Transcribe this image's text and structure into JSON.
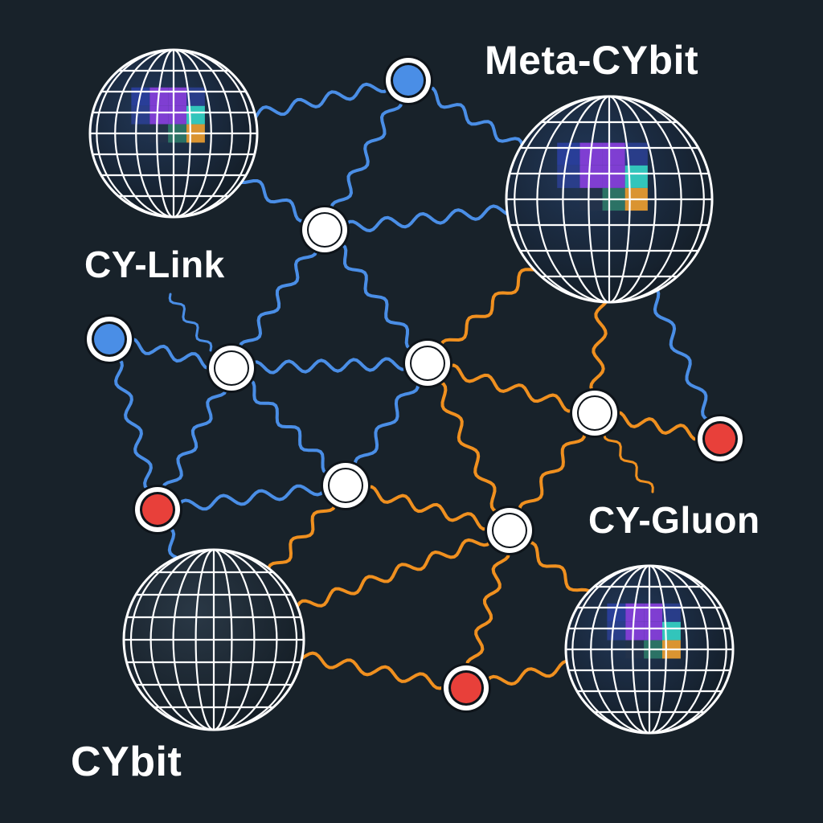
{
  "labels": {
    "meta_cybit": "Meta-CYbit",
    "cy_link": "CY-Link",
    "cy_gluon": "CY-Gluon",
    "cybit": "CYbit"
  },
  "colors": {
    "background": "#18222a",
    "link": "#4a8ee6",
    "gluon": "#f0901f",
    "node_white": "#ffffff",
    "node_blue": "#4a8ee6",
    "node_red": "#e8403a",
    "globe_lines": "#ffffff",
    "tile_purple": "#8a3fe0",
    "tile_cyan": "#35d6c8",
    "tile_orange": "#f0a030",
    "tile_teal": "#2e7a68"
  },
  "globes": [
    {
      "id": "meta-cybit-globe-topleft",
      "kind": "meta-cybit"
    },
    {
      "id": "meta-cybit-globe-topright",
      "kind": "meta-cybit"
    },
    {
      "id": "cybit-globe",
      "kind": "cybit"
    },
    {
      "id": "meta-cybit-globe-bottomright",
      "kind": "meta-cybit"
    }
  ],
  "nodes": [
    {
      "id": "n-blue-top",
      "kind": "blue"
    },
    {
      "id": "n-w1",
      "kind": "white"
    },
    {
      "id": "n-blue-left",
      "kind": "blue"
    },
    {
      "id": "n-w2",
      "kind": "white"
    },
    {
      "id": "n-w3",
      "kind": "white"
    },
    {
      "id": "n-w4",
      "kind": "white"
    },
    {
      "id": "n-w5",
      "kind": "white"
    },
    {
      "id": "n-w6",
      "kind": "white"
    },
    {
      "id": "n-red-left",
      "kind": "red"
    },
    {
      "id": "n-red-right",
      "kind": "red"
    },
    {
      "id": "n-red-bottom",
      "kind": "red"
    }
  ],
  "edges": [
    {
      "from": "g1",
      "to": "n-blue-top",
      "type": "link"
    },
    {
      "from": "n-blue-top",
      "to": "g2",
      "type": "link"
    },
    {
      "from": "n-blue-top",
      "to": "n-w1",
      "type": "link"
    },
    {
      "from": "g1",
      "to": "n-w1",
      "type": "link"
    },
    {
      "from": "n-w1",
      "to": "g2",
      "type": "link"
    },
    {
      "from": "n-w1",
      "to": "n-w2",
      "type": "link"
    },
    {
      "from": "n-w1",
      "to": "n-w3",
      "type": "link"
    },
    {
      "from": "n-blue-left",
      "to": "n-w2",
      "type": "link"
    },
    {
      "from": "n-blue-left",
      "to": "n-red-left",
      "type": "link"
    },
    {
      "from": "n-w2",
      "to": "n-w3",
      "type": "link"
    },
    {
      "from": "n-w2",
      "to": "n-red-left",
      "type": "link"
    },
    {
      "from": "n-w2",
      "to": "n-w5",
      "type": "link"
    },
    {
      "from": "n-w3",
      "to": "n-w5",
      "type": "link"
    },
    {
      "from": "n-red-left",
      "to": "n-w5",
      "type": "link"
    },
    {
      "from": "g2",
      "to": "n-red-right",
      "type": "link"
    },
    {
      "from": "n-red-left",
      "to": "g3",
      "type": "link"
    },
    {
      "from": "g2",
      "to": "n-w3",
      "type": "gluon"
    },
    {
      "from": "g2",
      "to": "n-w4",
      "type": "gluon"
    },
    {
      "from": "n-w3",
      "to": "n-w4",
      "type": "gluon"
    },
    {
      "from": "n-w4",
      "to": "n-red-right",
      "type": "gluon"
    },
    {
      "from": "n-w3",
      "to": "n-w6",
      "type": "gluon"
    },
    {
      "from": "n-w4",
      "to": "n-w6",
      "type": "gluon"
    },
    {
      "from": "n-w5",
      "to": "n-w6",
      "type": "gluon"
    },
    {
      "from": "n-w5",
      "to": "g3",
      "type": "gluon"
    },
    {
      "from": "n-w6",
      "to": "g3",
      "type": "gluon"
    },
    {
      "from": "n-w6",
      "to": "n-red-bottom",
      "type": "gluon"
    },
    {
      "from": "n-w6",
      "to": "g4",
      "type": "gluon"
    },
    {
      "from": "g3",
      "to": "n-red-bottom",
      "type": "gluon"
    },
    {
      "from": "n-red-bottom",
      "to": "g4",
      "type": "gluon"
    }
  ]
}
